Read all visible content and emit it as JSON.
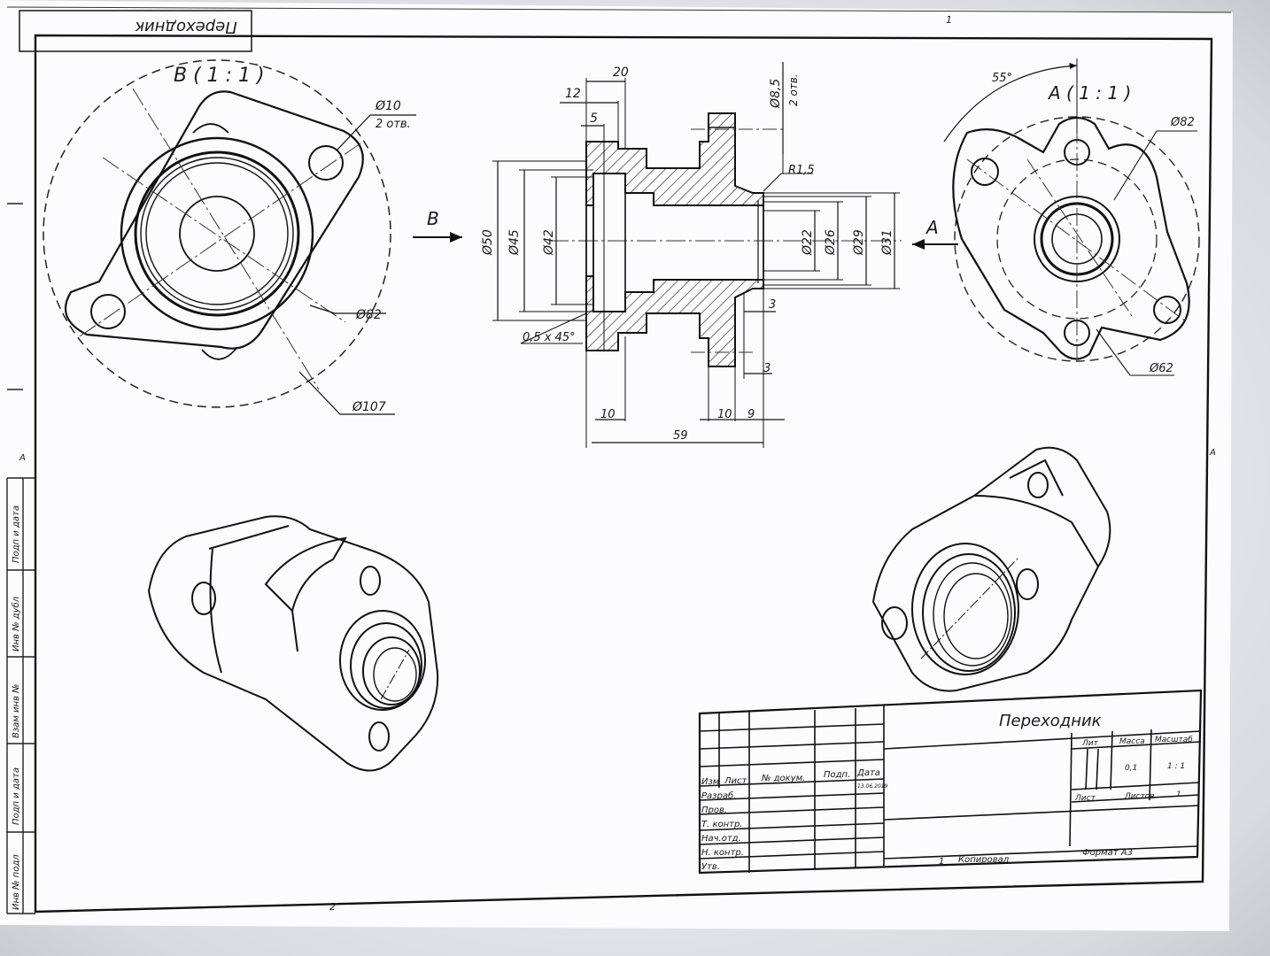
{
  "stamp_title_mirrored": "Переходник",
  "sheet_markers": {
    "top": "1",
    "bottom": "2",
    "left": "A",
    "right": "A"
  },
  "left_column": [
    "Инв № подл",
    "Подп и дата",
    "Взам инв №",
    "Инв № дубл",
    "Подп и дата"
  ],
  "views": {
    "view_b_title": "B ( 1 : 1 )",
    "view_a_title": "A ( 1 : 1 )",
    "arrow_b": "B",
    "arrow_a": "A"
  },
  "dimensions": {
    "b_hole": "Ø10",
    "b_hole_count": "2 отв.",
    "b_d82": "Ø82",
    "b_d107": "Ø107",
    "s_20": "20",
    "s_12": "12",
    "s_5": "5",
    "s_d8_5": "Ø8,5",
    "s_d8_5_count": "2 отв.",
    "s_r1_5": "R1,5",
    "s_d50": "Ø50",
    "s_d45": "Ø45",
    "s_d42": "Ø42",
    "s_d22": "Ø22",
    "s_d26": "Ø26",
    "s_d29": "Ø29",
    "s_d31": "Ø31",
    "s_chamfer": "0,5 x 45°",
    "s_3a": "3",
    "s_3b": "3",
    "s_10a": "10",
    "s_10b": "10",
    "s_9": "9",
    "s_59": "59",
    "a_55": "55°",
    "a_d82": "Ø82",
    "a_d62": "Ø62"
  },
  "title_block": {
    "name": "Переходник",
    "col_izm": "Изм",
    "col_list": "Лист",
    "col_docum": "№ докум.",
    "col_podp": "Подп.",
    "col_data": "Дата",
    "date": "13.06.2019",
    "rows": [
      "Разраб.",
      "Пров.",
      "Т. контр.",
      "Нач.отд.",
      "Н. контр.",
      "Утв."
    ],
    "lit": "Лит",
    "massa": "Масса",
    "masshtab": "Масштаб",
    "massa_val": "0,1",
    "masshtab_val": "1 : 1",
    "list_label": "Лист",
    "listov_label": "Листов",
    "listov_val": "1",
    "copied_num": "1",
    "copied": "Копировал",
    "format": "Формат А3"
  }
}
